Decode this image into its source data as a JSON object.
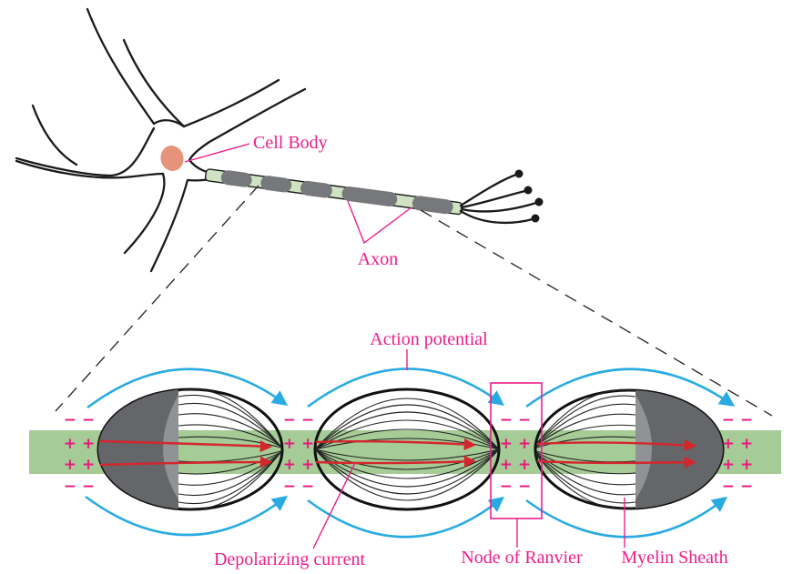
{
  "overview": {
    "cell_body_label": "Cell Body",
    "axon_label": "Axon"
  },
  "magnified": {
    "action_potential_label": "Action potential",
    "depolarizing_current_label": "Depolarizing current",
    "node_of_ranvier_label": "Node of Ranvier",
    "myelin_sheath_label": "Myelin Sheath",
    "charge_signs": {
      "plus_row": "+ +",
      "minus_row": "− −"
    }
  },
  "colors": {
    "label_pink": "#ec1e8c",
    "action_potential_blue": "#29abe2",
    "depolarizing_current_red": "#d4262c",
    "axon_interior_green": "#a5cb97",
    "node_gap_green": "#cfe3c2",
    "myelin_segment_gray": "#77787b",
    "myelin_sheath_dark_gray": "#656669",
    "myelin_sheath_light_gray": "#909296",
    "cell_body_salmon": "#e5947b",
    "outline_black": "#1a1a1a"
  }
}
